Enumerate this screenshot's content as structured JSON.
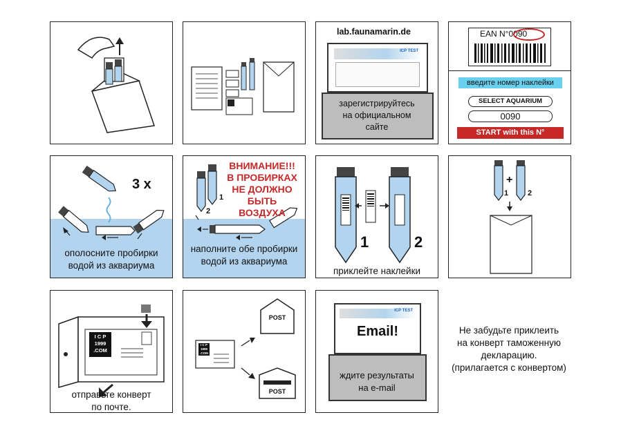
{
  "row1": {
    "p3": {
      "site": "lab.faunamarin.de",
      "screen_brand": "ICP TEST",
      "caption_lines": [
        "зарегистрируйтесь",
        "на официальном",
        "сайте"
      ]
    },
    "p4": {
      "ean_label": "EAN N°",
      "ean_number": "0090",
      "enter_sticker": "введите номер наклейки",
      "select_aquarium": "SELECT AQUARIUM",
      "input_value": "0090",
      "start_button": "START with this N°"
    }
  },
  "row2": {
    "p1": {
      "count": "3 x",
      "caption_lines": [
        "ополосните пробирки",
        "водой из аквариума"
      ]
    },
    "p2": {
      "warning_lines": [
        "ВНИМАНИЕ!!!",
        "В ПРОБИРКАХ",
        "НЕ ДОЛЖНО",
        "БЫТЬ",
        "ВОЗДУХА"
      ],
      "tube1": "1",
      "tube2": "2",
      "caption_lines": [
        "наполните обе пробирки",
        "водой из аквариума"
      ]
    },
    "p3": {
      "tube1": "1",
      "tube2": "2",
      "caption": "приклейте наклейки"
    },
    "p4": {
      "plus": "+",
      "tube1": "1",
      "tube2": "2"
    }
  },
  "row3": {
    "p1": {
      "brand_lines": [
        "I C P",
        "1999",
        ".COM"
      ],
      "caption_lines": [
        "отправьте конверт",
        "по почте."
      ]
    },
    "p2": {
      "brand_lines": [
        "I C P",
        "1999",
        ".COM"
      ],
      "post1": "POST",
      "post2": "POST"
    },
    "p3": {
      "screen_brand": "ICP TEST",
      "email": "Email!",
      "caption_lines": [
        "ждите результаты",
        "на e-mail"
      ]
    },
    "note_lines": [
      "Не  забудьте приклеить",
      "на конверт таможенную",
      "декларацию.",
      "(прилагается с конвертом)"
    ]
  }
}
